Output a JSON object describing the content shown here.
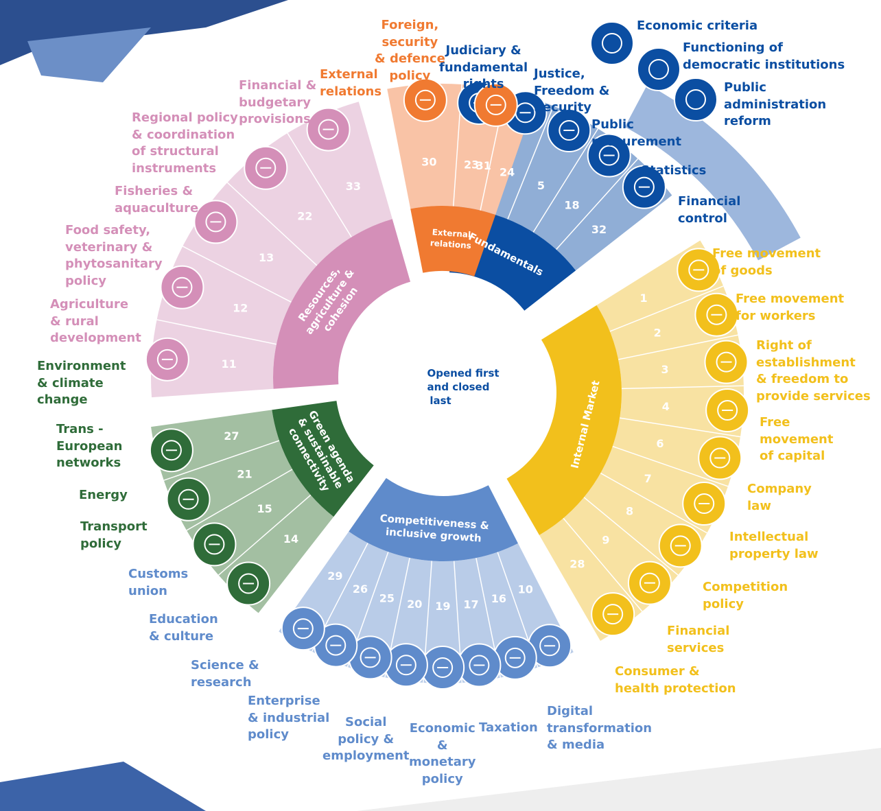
{
  "center_text": [
    "Opened first",
    "and closed",
    "last"
  ],
  "colors": {
    "fundamentals": "#0b4ea2",
    "internal_market": "#f2c01c",
    "competitiveness": "#5f8bcb",
    "green": "#2f6c39",
    "resources": "#d48fb8",
    "external": "#f07a31"
  },
  "clusters": [
    {
      "key": "fundamentals",
      "title": [
        "Fundamentals"
      ],
      "chapters": [
        {
          "number": "23",
          "icon": "gavel-icon"
        },
        {
          "number": "24",
          "icon": "scales-icon"
        },
        {
          "number": "5",
          "icon": "document-pen-icon"
        },
        {
          "number": "18",
          "icon": "statistics-chart-icon"
        },
        {
          "number": "32",
          "icon": "coins-stack-icon"
        }
      ],
      "extra_items": [
        {
          "label": "Economic criteria",
          "icon": "coins-stack-icon"
        },
        {
          "label": "Functioning of\ndemocratic institutions",
          "icon": "raised-hands-icon"
        },
        {
          "label": "Public\nadministration\nreform",
          "icon": "public-building-icon"
        }
      ]
    },
    {
      "key": "internal_market",
      "title": [
        "Internal Market"
      ],
      "chapters": [
        {
          "number": "1",
          "icon": "boxes-icon"
        },
        {
          "number": "2",
          "icon": "worker-helmet-icon"
        },
        {
          "number": "3",
          "icon": "delivery-truck-icon"
        },
        {
          "number": "4",
          "icon": "globe-network-icon"
        },
        {
          "number": "6",
          "icon": "certificate-icon"
        },
        {
          "number": "7",
          "icon": "lightbulb-check-icon"
        },
        {
          "number": "8",
          "icon": "podium-icon"
        },
        {
          "number": "9",
          "icon": "financial-report-icon"
        },
        {
          "number": "28",
          "icon": "heart-hands-icon"
        }
      ]
    },
    {
      "key": "competitiveness",
      "title": [
        "Competitiveness &",
        "inclusive growth"
      ],
      "chapters": [
        {
          "number": "10",
          "icon": "newspaper-icon"
        },
        {
          "number": "16",
          "icon": "tax-bag-icon"
        },
        {
          "number": "17",
          "icon": "coins-stack-icon"
        },
        {
          "number": "19",
          "icon": "people-group-icon"
        },
        {
          "number": "20",
          "icon": "factory-icon"
        },
        {
          "number": "25",
          "icon": "molecule-network-icon"
        },
        {
          "number": "26",
          "icon": "theatre-masks-icon"
        },
        {
          "number": "29",
          "icon": "barrier-gate-icon"
        }
      ]
    },
    {
      "key": "green",
      "title": [
        "Green agenda",
        "& sustainable",
        "connectivity"
      ],
      "chapters": [
        {
          "number": "14",
          "icon": "car-leaf-icon"
        },
        {
          "number": "15",
          "icon": "plug-icon"
        },
        {
          "number": "21",
          "icon": "road-icon"
        },
        {
          "number": "27",
          "icon": "environment-globe-icon"
        }
      ]
    },
    {
      "key": "resources",
      "title": [
        "Resources,",
        "agriculture &",
        "cohesion"
      ],
      "chapters": [
        {
          "number": "11",
          "icon": "fields-icon"
        },
        {
          "number": "12",
          "icon": "vegetables-icon"
        },
        {
          "number": "13",
          "icon": "fish-icon"
        },
        {
          "number": "22",
          "icon": "raised-hands-icon"
        },
        {
          "number": "33",
          "icon": "checklist-icon"
        }
      ]
    },
    {
      "key": "external",
      "title": [
        "External",
        "relations"
      ],
      "chapters": [
        {
          "number": "30",
          "icon": "handshake-icon"
        },
        {
          "number": "31",
          "icon": "shield-check-icon"
        }
      ]
    }
  ],
  "labels": [
    {
      "id": "economic-criteria",
      "cluster": "fundamentals",
      "text": "Economic criteria"
    },
    {
      "id": "democratic-institutions",
      "cluster": "fundamentals",
      "text": "Functioning of\ndemocratic institutions"
    },
    {
      "id": "public-administration",
      "cluster": "fundamentals",
      "text": "Public\nadministration\nreform"
    },
    {
      "id": "ch23",
      "cluster": "fundamentals",
      "text": "Judiciary &\nfundamental\nrights"
    },
    {
      "id": "ch24",
      "cluster": "fundamentals",
      "text": "Justice,\nFreedom &\nSecurity"
    },
    {
      "id": "ch5",
      "cluster": "fundamentals",
      "text": "Public\nprocurement"
    },
    {
      "id": "ch18",
      "cluster": "fundamentals",
      "text": "Statistics"
    },
    {
      "id": "ch32",
      "cluster": "fundamentals",
      "text": "Financial\ncontrol"
    },
    {
      "id": "ch1",
      "cluster": "internal_market",
      "text": "Free movement\nof goods"
    },
    {
      "id": "ch2",
      "cluster": "internal_market",
      "text": "Free movement\nfor workers"
    },
    {
      "id": "ch3",
      "cluster": "internal_market",
      "text": "Right of\nestablishment\n& freedom to\nprovide services"
    },
    {
      "id": "ch4",
      "cluster": "internal_market",
      "text": "Free\nmovement\nof capital"
    },
    {
      "id": "ch6",
      "cluster": "internal_market",
      "text": "Company\nlaw"
    },
    {
      "id": "ch7",
      "cluster": "internal_market",
      "text": "Intellectual\nproperty law"
    },
    {
      "id": "ch8",
      "cluster": "internal_market",
      "text": "Competition\npolicy"
    },
    {
      "id": "ch9",
      "cluster": "internal_market",
      "text": "Financial\nservices"
    },
    {
      "id": "ch28",
      "cluster": "internal_market",
      "text": "Consumer &\nhealth protection"
    },
    {
      "id": "ch10",
      "cluster": "competitiveness",
      "text": "Digital\ntransformation\n& media"
    },
    {
      "id": "ch16",
      "cluster": "competitiveness",
      "text": "Taxation"
    },
    {
      "id": "ch17",
      "cluster": "competitiveness",
      "text": "Economic\n&\nmonetary\npolicy"
    },
    {
      "id": "ch19",
      "cluster": "competitiveness",
      "text": "Social\npolicy &\nemployment"
    },
    {
      "id": "ch20",
      "cluster": "competitiveness",
      "text": "Enterprise\n& industrial\npolicy"
    },
    {
      "id": "ch25",
      "cluster": "competitiveness",
      "text": "Science &\nresearch"
    },
    {
      "id": "ch26",
      "cluster": "competitiveness",
      "text": "Education\n& culture"
    },
    {
      "id": "ch29",
      "cluster": "competitiveness",
      "text": "Customs\nunion"
    },
    {
      "id": "ch14",
      "cluster": "green",
      "text": "Transport\npolicy"
    },
    {
      "id": "ch15",
      "cluster": "green",
      "text": "Energy"
    },
    {
      "id": "ch21",
      "cluster": "green",
      "text": "Trans -\nEuropean\nnetworks"
    },
    {
      "id": "ch27",
      "cluster": "green",
      "text": "Environment\n& climate\nchange"
    },
    {
      "id": "ch11",
      "cluster": "resources",
      "text": "Agriculture\n& rural\ndevelopment"
    },
    {
      "id": "ch12",
      "cluster": "resources",
      "text": "Food safety,\nveterinary &\nphytosanitary\npolicy"
    },
    {
      "id": "ch13",
      "cluster": "resources",
      "text": "Fisheries &\naquaculture"
    },
    {
      "id": "ch22",
      "cluster": "resources",
      "text": "Regional policy\n& coordination\nof structural\ninstruments"
    },
    {
      "id": "ch33",
      "cluster": "resources",
      "text": "Financial &\nbudgetary\nprovisions"
    },
    {
      "id": "ch30",
      "cluster": "external",
      "text": "External\nrelations"
    },
    {
      "id": "ch31",
      "cluster": "external",
      "text": "Foreign,\nsecurity\n& defence\npolicy"
    }
  ]
}
